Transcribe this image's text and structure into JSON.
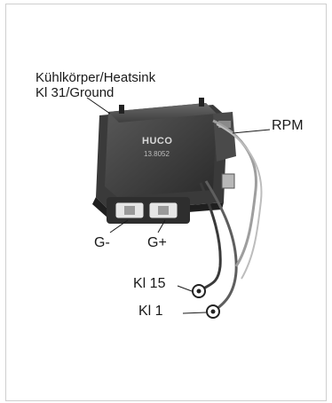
{
  "labels": {
    "heatsink": "Kühlkörper/Heatsink",
    "ground": "Kl 31/Ground",
    "rpm": "RPM",
    "g_minus": "G-",
    "g_plus": "G+",
    "kl15": "Kl 15",
    "kl1": "Kl 1"
  },
  "module": {
    "brand": "HUCO",
    "part_number": "13.8052"
  }
}
